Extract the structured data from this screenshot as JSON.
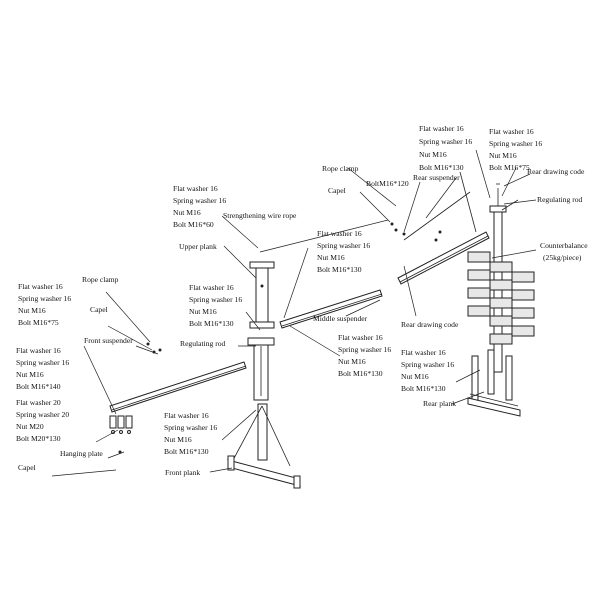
{
  "labels": {
    "tr_stack_a": [
      "Flat washer 16",
      "Spring washer 16",
      "Nut M16",
      "Bolt M16*130"
    ],
    "tr_stack_b": [
      "Flat washer 16",
      "Spring washer 16",
      "Nut M16",
      "Bolt M16*75"
    ],
    "rope_clamp_top": "Rope clamp",
    "rear_suspender": "Rear suspender",
    "bolt_m16_120": "BoltM16*120",
    "capel_top": "Capel",
    "rear_drawing_code_top": "Rear drawing code",
    "regulating_rod_right": "Regulating rod",
    "counterbalance": [
      "Counterbalance",
      "(25kg/piece)"
    ],
    "upper_stack": [
      "Flat washer 16",
      "Spring washer 16",
      "Nut M16",
      "Bolt M16*60"
    ],
    "strengthening_wire_rope": "Strengthening wire rope",
    "upper_plank": "Upper plank",
    "mid_stack": [
      "Flat washer 16",
      "Spring washer 16",
      "Nut M16",
      "Bolt M16*130"
    ],
    "center_stack": [
      "Flat washer 16",
      "Spring washer 16",
      "Nut M16",
      "Bolt M16*130"
    ],
    "rear_drawing_code_mid": "Rear drawing code",
    "middle_suspender": "Middle suspender",
    "mid_right_stack": [
      "Flat washer 16",
      "Spring washer 16",
      "Nut M16",
      "Bolt M16*130"
    ],
    "rear_stack": [
      "Flat washer 16",
      "Spring washer 16",
      "Nut M16",
      "Bolt M16*130"
    ],
    "rear_plank": "Rear plank",
    "left_stack": [
      "Flat washer 16",
      "Spring washer 16",
      "Nut M16",
      "Bolt M16*75"
    ],
    "rope_clamp_left": "Rope clamp",
    "capel_left": "Capel",
    "front_suspender": "Front suspender",
    "regulating_rod_center": "Regulating rod",
    "stack_140": [
      "Flat washer 16",
      "Spring washer 16",
      "Nut M16",
      "Bolt M16*140"
    ],
    "stack_m20": [
      "Flat washer 20",
      "Spring washer 20",
      "Nut M20",
      "Bolt M20*130"
    ],
    "hanging_plate": "Hanging plate",
    "capel_bottom": "Capel",
    "front_stack": [
      "Flat washer 16",
      "Spring washer 16",
      "Nut M16",
      "Bolt M16*130"
    ],
    "front_plank": "Front plank"
  }
}
